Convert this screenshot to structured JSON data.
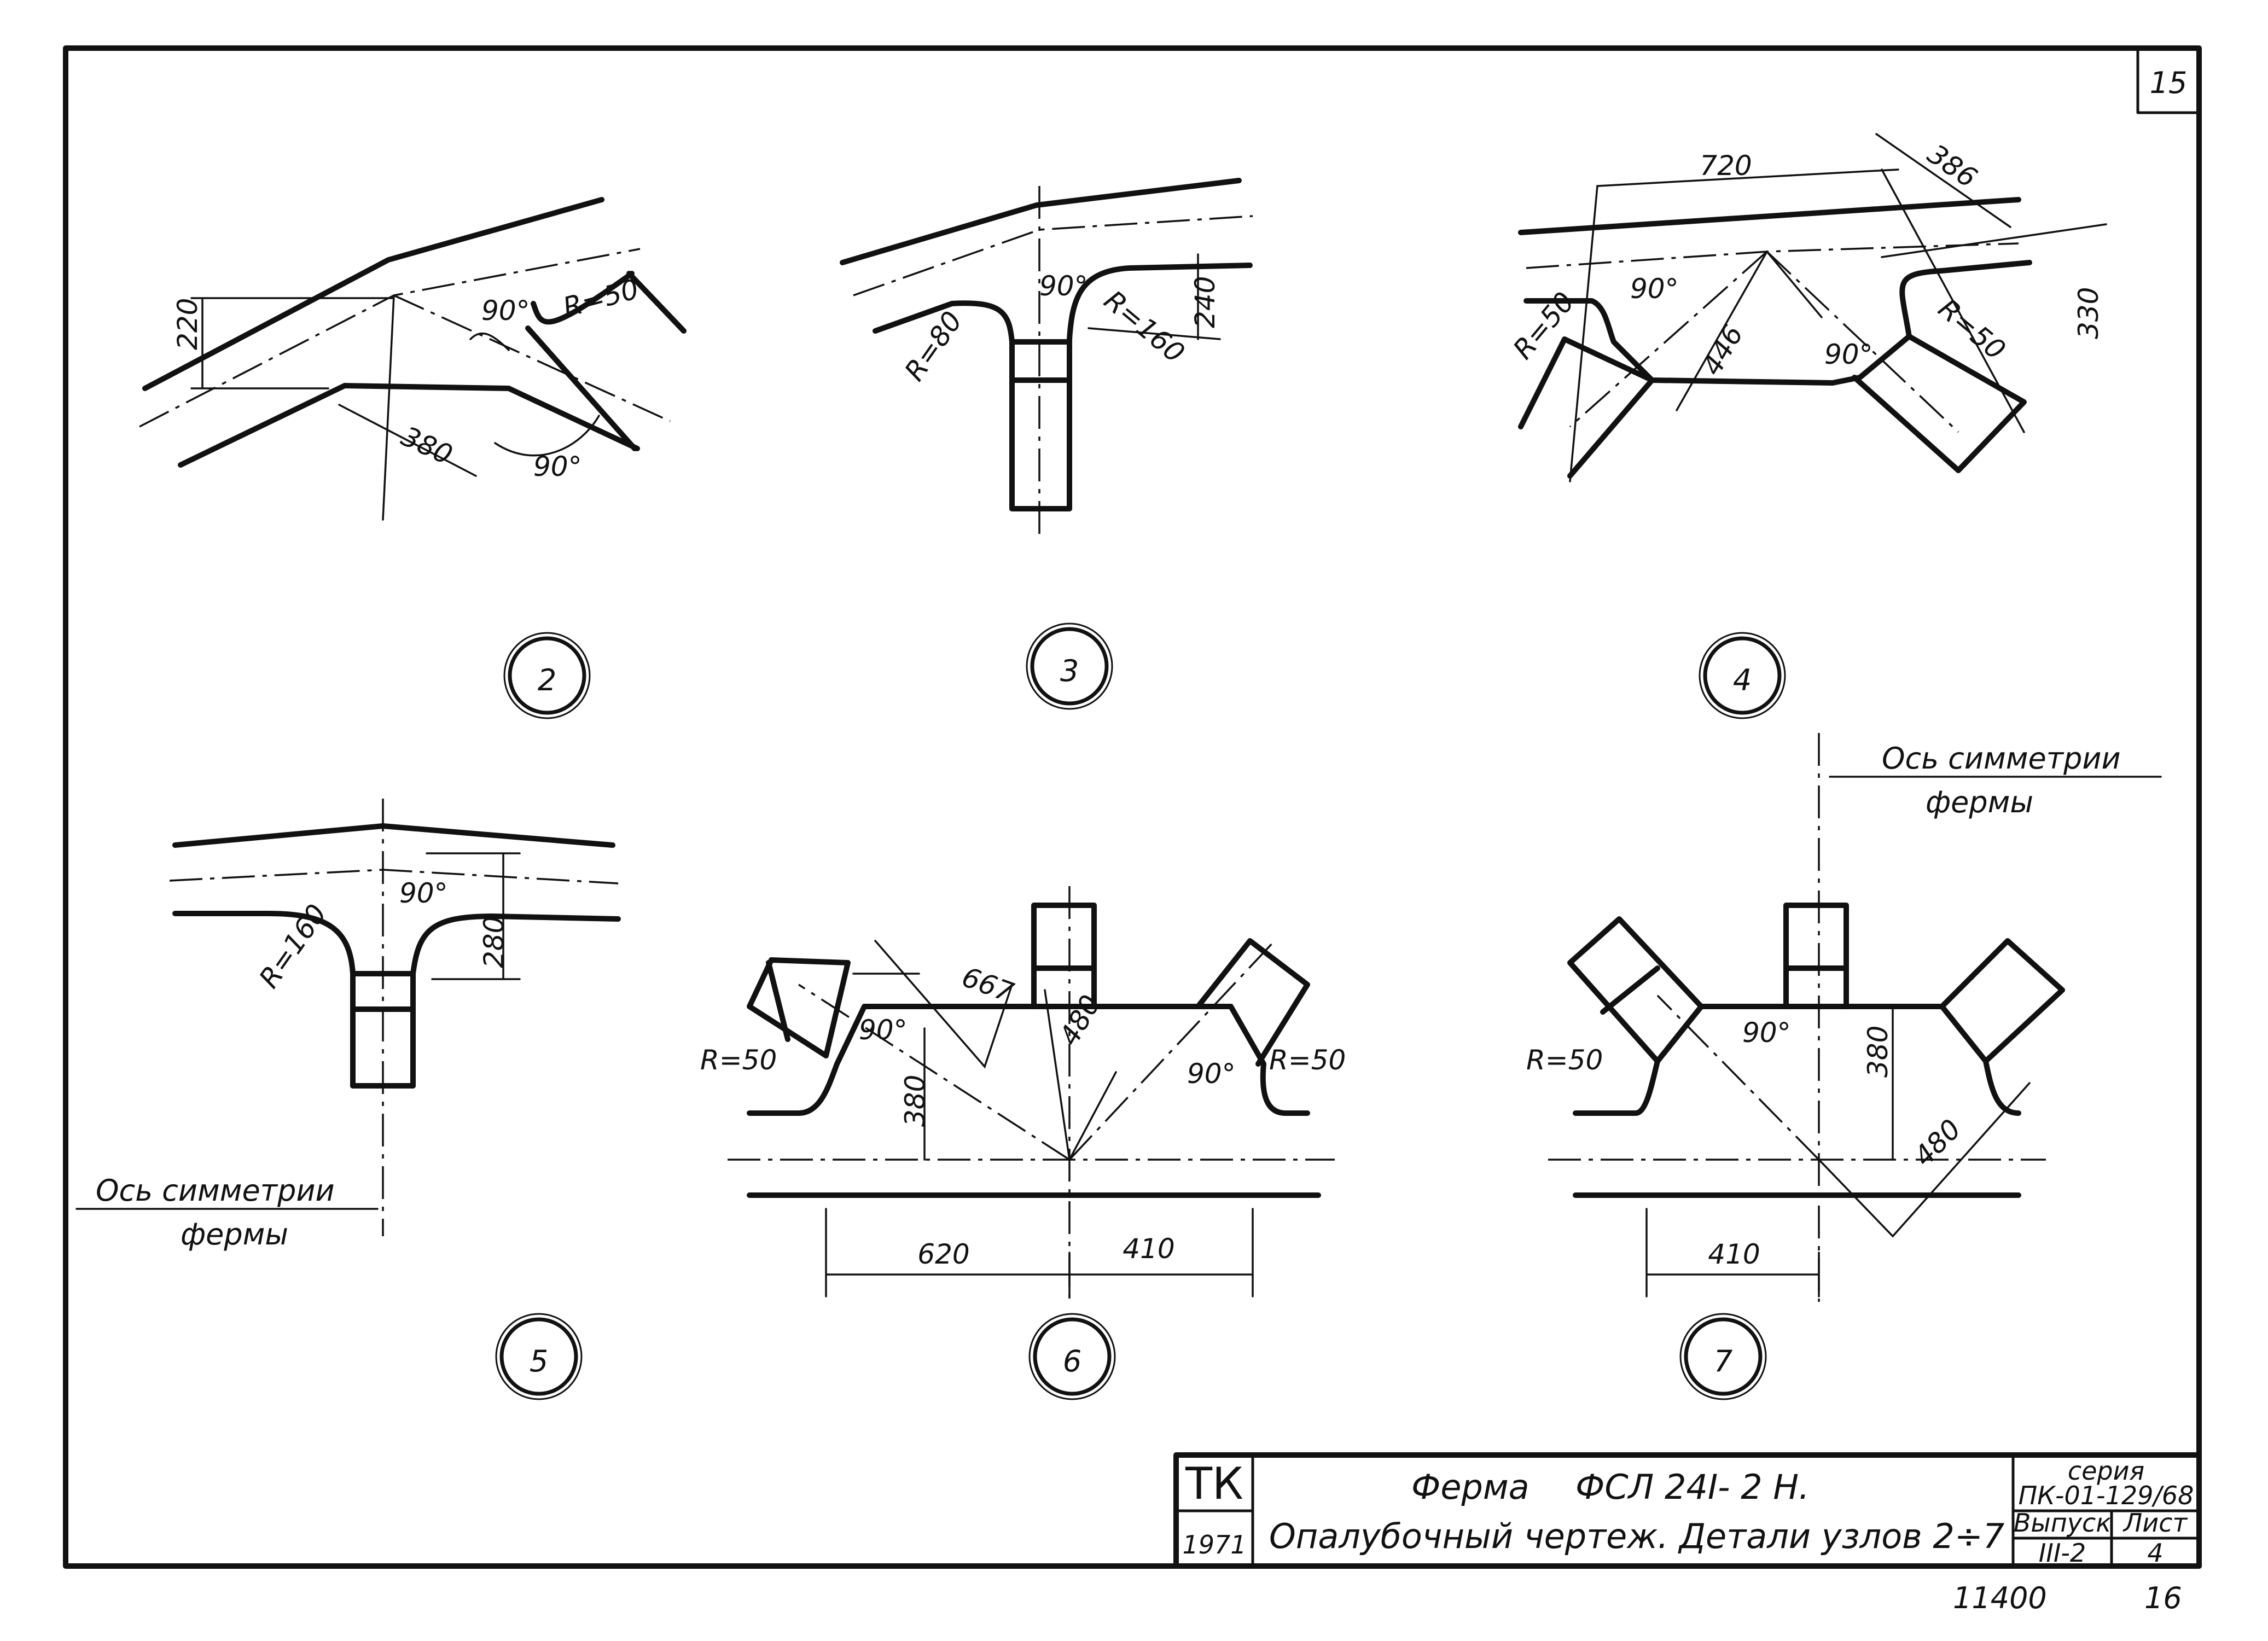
{
  "sheet": {
    "corner_number": "15",
    "bottom_code": "11400",
    "bottom_page": "16"
  },
  "nodes": [
    {
      "id": "2",
      "dims": [
        "220",
        "380",
        "90°",
        "90°",
        "R=50"
      ]
    },
    {
      "id": "3",
      "dims": [
        "R=80",
        "90°",
        "R=160",
        "240"
      ]
    },
    {
      "id": "4",
      "dims": [
        "720",
        "386",
        "330",
        "R=50",
        "90°",
        "R=50",
        "446",
        "90°"
      ]
    },
    {
      "id": "5",
      "dims": [
        "R=160",
        "90°",
        "280"
      ]
    },
    {
      "id": "6",
      "dims": [
        "667",
        "480",
        "R=50",
        "90°",
        "380",
        "90°",
        "R=50",
        "620",
        "410"
      ]
    },
    {
      "id": "7",
      "dims": [
        "R=50",
        "90°",
        "380",
        "480",
        "410"
      ]
    }
  ],
  "symmetry_label": {
    "line1": "Ось симметрии",
    "line2": "фермы"
  },
  "title_block": {
    "org": "ТК",
    "year": "1971",
    "title_line1_a": "Ферма",
    "title_line1_b": "ФСЛ 24I- 2 Н.",
    "title_line2": "Опалубочный  чертеж. Детали узлов 2÷7",
    "series_label": "серия",
    "series_value": "ПК-01-129/68",
    "issue_label": "Выпуск",
    "issue_value": "III-2",
    "sheet_label": "Лист",
    "sheet_value": "4"
  }
}
